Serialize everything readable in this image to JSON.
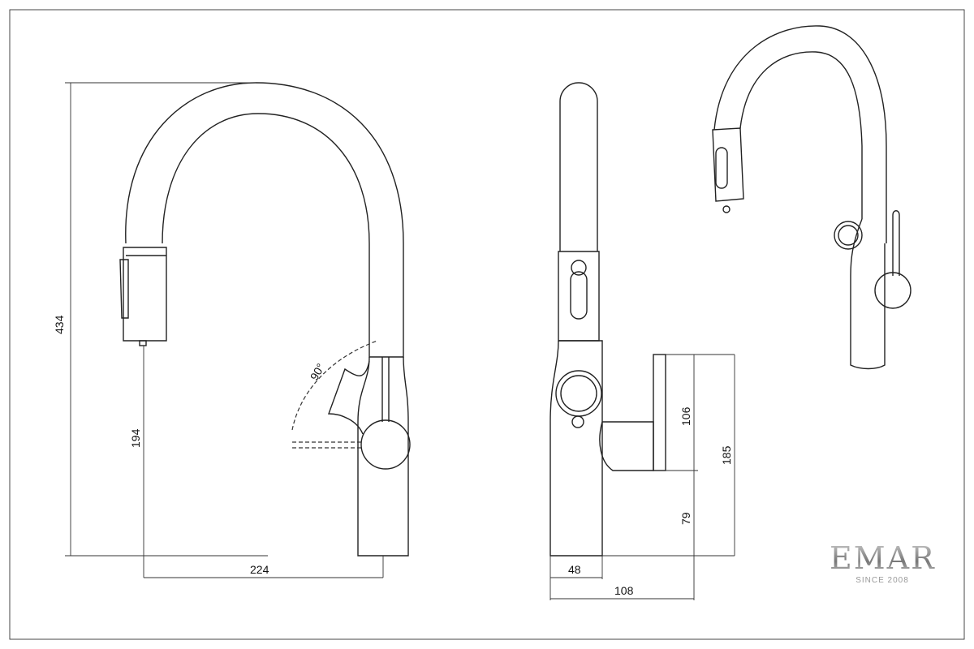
{
  "dimensions": {
    "total_height": "434",
    "spout_outlet_height": "194",
    "spout_reach": "224",
    "handle_angle": "90°",
    "handle_block_height": "106",
    "body_height": "185",
    "handle_axis_height": "79",
    "body_width": "48",
    "total_depth": "108"
  },
  "logo": {
    "brand": "EMAR",
    "tagline": "SINCE 2008"
  }
}
